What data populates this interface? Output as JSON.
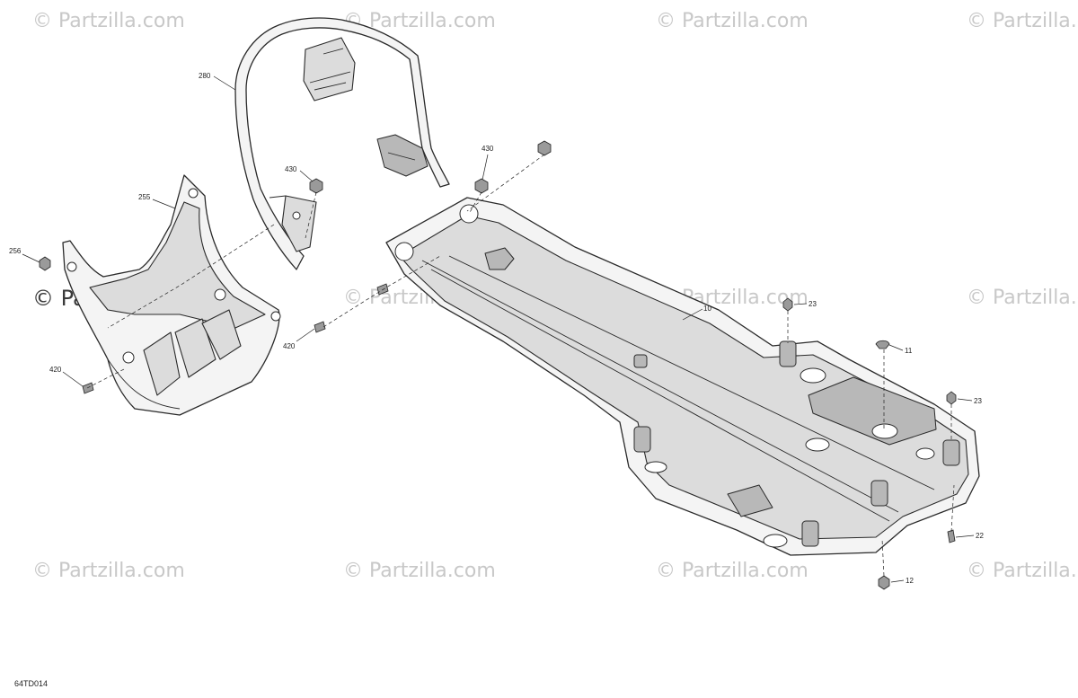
{
  "watermark": {
    "text": "© Partzilla.com"
  },
  "diagram_code": "64TD014",
  "callouts": {
    "c280": "280",
    "c430a": "430",
    "c430b": "430",
    "c255": "255",
    "c256": "256",
    "c420a": "420",
    "c420b": "420",
    "c10": "10",
    "c23a": "23",
    "c11": "11",
    "c23b": "23",
    "c22": "22",
    "c12": "12"
  }
}
